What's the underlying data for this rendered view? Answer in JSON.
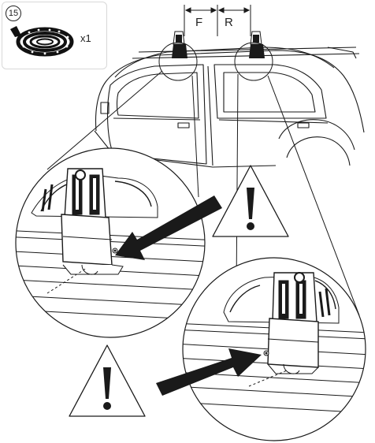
{
  "part": {
    "number": "15",
    "quantity": "x1",
    "icon": "strap-roll-icon"
  },
  "dimensions": {
    "front": "F",
    "rear": "R"
  },
  "warnings": [
    {
      "symbol": "!",
      "icon": "warning-triangle-icon"
    },
    {
      "symbol": "!",
      "icon": "warning-triangle-icon"
    }
  ],
  "colors": {
    "line": "#1a1a1a",
    "arrow": "#1a1a1a"
  }
}
